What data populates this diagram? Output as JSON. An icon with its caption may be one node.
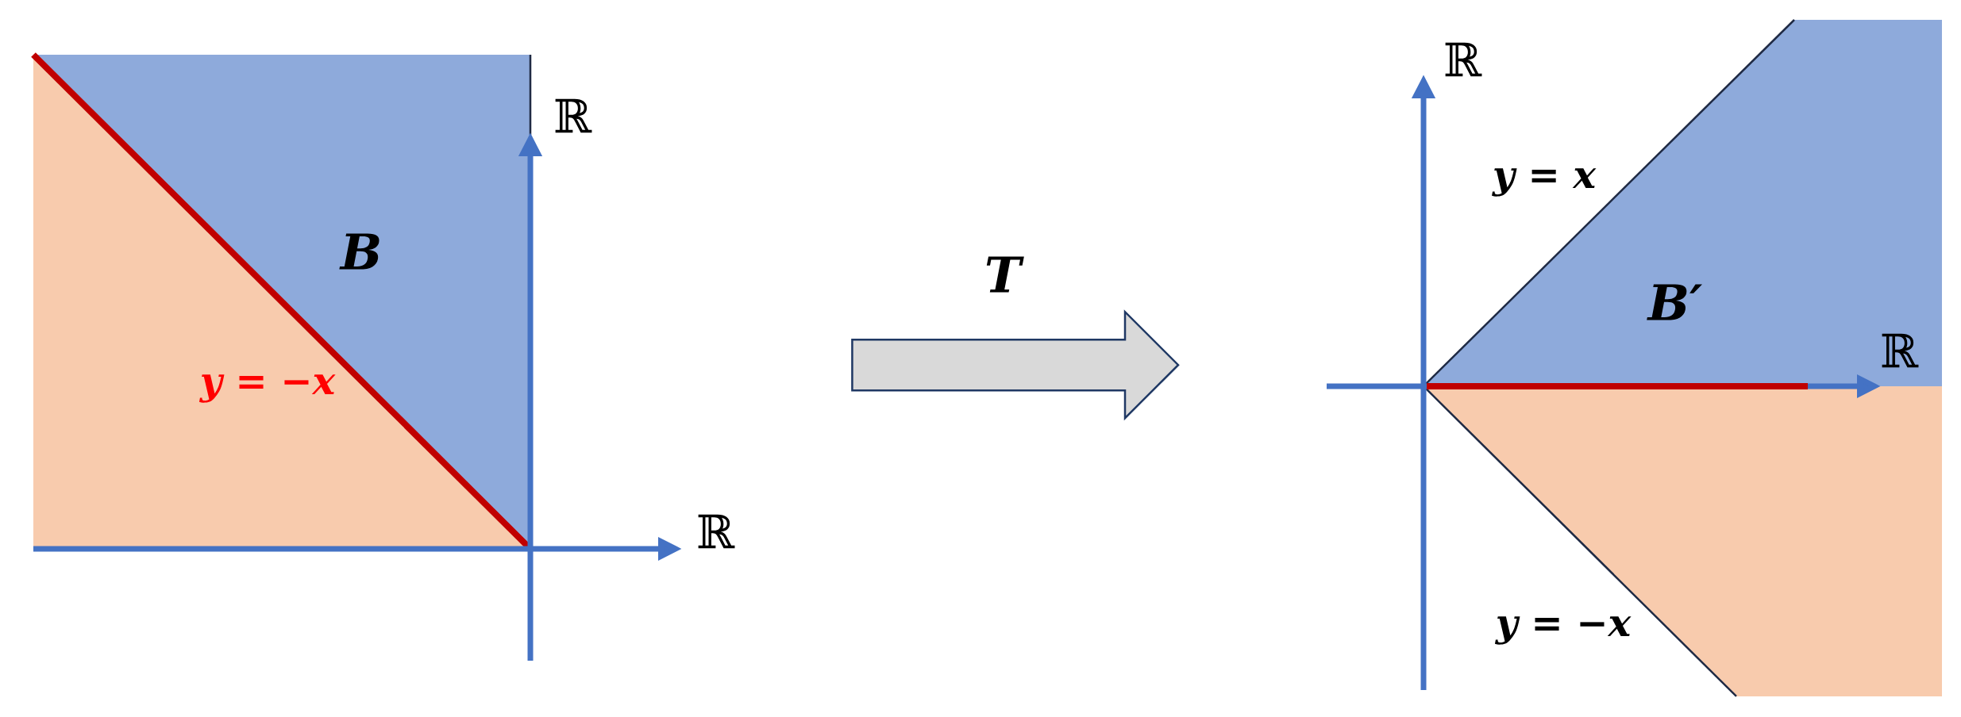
{
  "diagram": {
    "nodes": [
      {
        "text": [
          "B"
        ]
      },
      {
        "text": [
          "B′"
        ]
      }
    ],
    "edges": [
      {
        "from": 0,
        "to": 1,
        "arrow": "to",
        "label": "T"
      }
    ],
    "labels": [
      "ℝ",
      "y = −x",
      "ℝ",
      "ℝ",
      "y = x",
      "ℝ",
      "y = −x"
    ]
  }
}
